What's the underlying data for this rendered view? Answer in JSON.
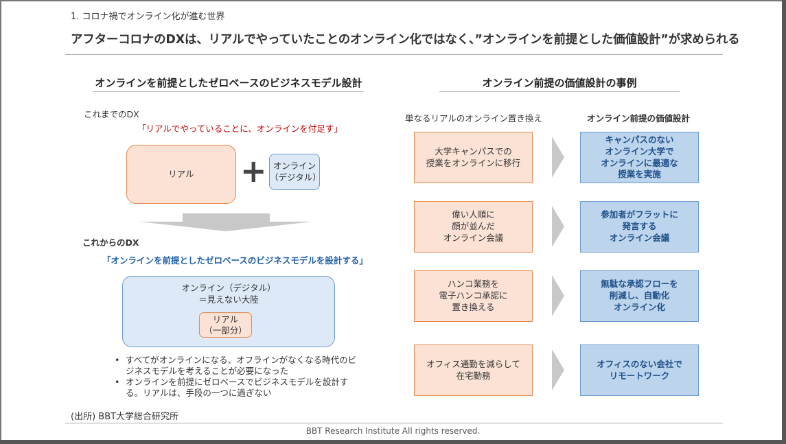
{
  "section_label": "1. コロナ禍でオンライン化が進む世界",
  "main_title": "アフターコロナのDXは、リアルでやっていたことのオンライン化ではなく、”オンラインを前提とした価値設計”が求められる",
  "left": {
    "heading": "オンラインを前提としたゼロベースのビジネスモデル設計",
    "before_label": "これまでのDX",
    "before_quote": "「リアルでやっていることに、オンラインを付足す」",
    "real_box": "リアル",
    "plus": "+",
    "online_box": "オンライン\n（デジタル）",
    "after_label": "これからのDX",
    "after_quote": "「オンラインを前提としたゼロベースのビジネスモデルを設計する」",
    "big_online": "オンライン（デジタル）\n＝見えない大陸",
    "inner_real": "リアル\n（一部分）",
    "bullets": [
      "すべてがオンラインになる、オフラインがなくなる時代のビジネスモデルを考えることが必要になった",
      "オンラインを前提にゼロベースでビジネスモデルを設計する。リアルは、手段の一つに過ぎない"
    ]
  },
  "right": {
    "heading": "オンライン前提の価値設計の事例",
    "col_left_head": "単なるリアルのオンライン置き換え",
    "col_right_head": "オンライン前提の価値設計",
    "examples": [
      {
        "before": "大学キャンパスでの\n授業をオンラインに移行",
        "after": "キャンパスのない\nオンライン大学で\nオンラインに最適な\n授業を実施"
      },
      {
        "before": "偉い人順に\n顔が並んだ\nオンライン会議",
        "after": "参加者がフラットに\n発言する\nオンライン会議"
      },
      {
        "before": "ハンコ業務を\n電子ハンコ承認に\n置き換える",
        "after": "無駄な承認フローを\n削減し、自動化\nオンライン化"
      },
      {
        "before": "オフィス通勤を減らして\n在宅勤務",
        "after": "オフィスのない会社で\nリモートワーク"
      }
    ]
  },
  "source": "(出所) BBT大学総合研究所",
  "footer": "BBT Research Institute All rights reserved.",
  "colors": {
    "orange_fill": "#fbe2d5",
    "orange_border": "#e8894f",
    "blue_fill": "#bcd5ec",
    "blue_border": "#6c99cf",
    "red_text": "#c00000",
    "blue_text": "#1f5fa8"
  }
}
